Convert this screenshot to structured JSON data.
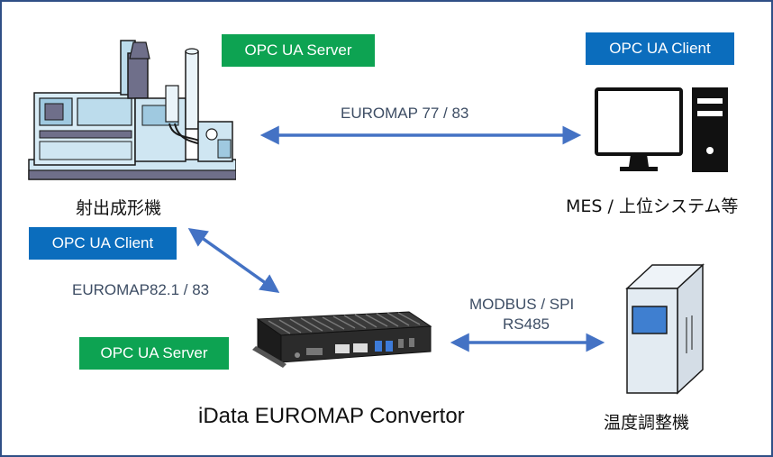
{
  "nodes": {
    "molding_machine": {
      "label": "射出成形機",
      "badge": "OPC UA Server"
    },
    "mes": {
      "label": "MES / 上位システム等",
      "badge": "OPC UA Client"
    },
    "converter": {
      "label": "iData EUROMAP Convertor",
      "badge": "OPC UA Server"
    },
    "temp_controller": {
      "label": "温度調整機"
    },
    "molding_client_badge": "OPC UA Client"
  },
  "connections": {
    "machine_mes": "EUROMAP 77 / 83",
    "machine_converter": "EUROMAP82.1 / 83",
    "converter_temp_line1": "MODBUS / SPI",
    "converter_temp_line2": "RS485"
  },
  "colors": {
    "border": "#2f4f86",
    "arrow": "#4472c4",
    "badge_green": "#0da352",
    "badge_blue": "#0b6dbd"
  }
}
